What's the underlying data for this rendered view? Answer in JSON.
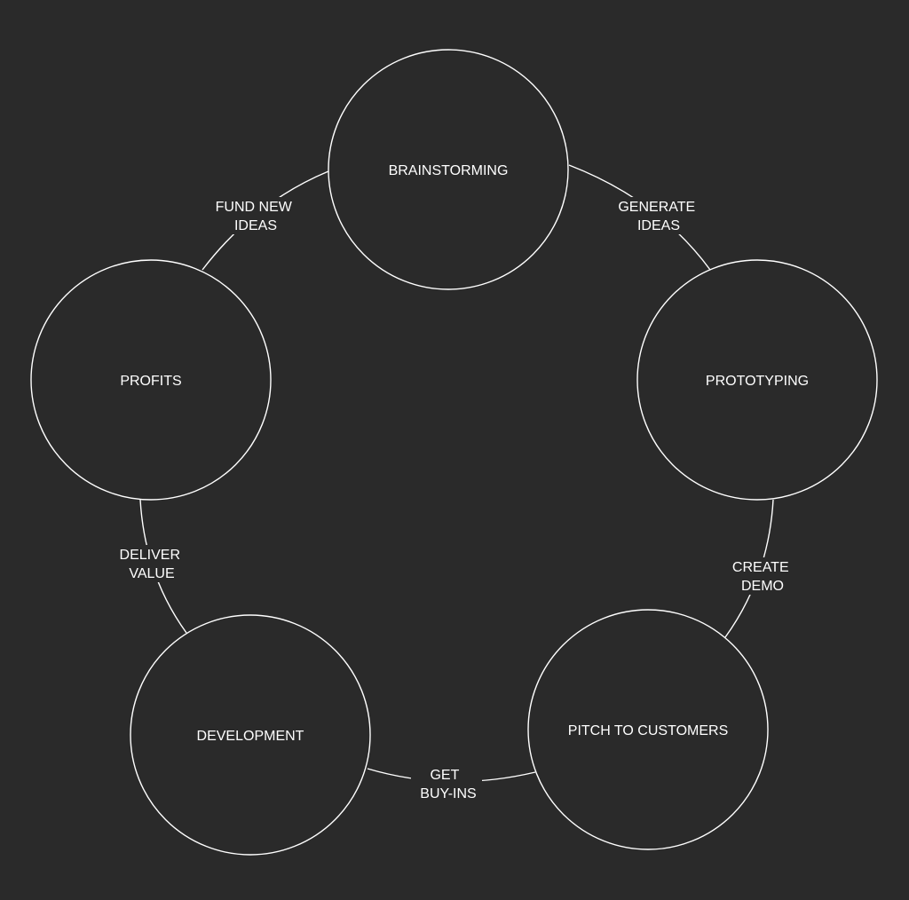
{
  "colors": {
    "background": "#2a2a2a",
    "stroke": "#ffffff",
    "text": "#ffffff"
  },
  "nodes": [
    {
      "id": "brainstorming",
      "label": "BRAINSTORMING"
    },
    {
      "id": "prototyping",
      "label": "PROTOTYPING"
    },
    {
      "id": "pitch-to-customers",
      "label": "PITCH TO CUSTOMERS"
    },
    {
      "id": "development",
      "label": "DEVELOPMENT"
    },
    {
      "id": "profits",
      "label": "PROFITS"
    }
  ],
  "edges": [
    {
      "id": "generate-ideas",
      "from": "brainstorming",
      "to": "prototyping",
      "lines": [
        "GENERATE",
        "IDEAS"
      ]
    },
    {
      "id": "create-demo",
      "from": "prototyping",
      "to": "pitch-to-customers",
      "lines": [
        "CREATE",
        "DEMO"
      ]
    },
    {
      "id": "get-buy-ins",
      "from": "pitch-to-customers",
      "to": "development",
      "lines": [
        "GET",
        "BUY-INS"
      ]
    },
    {
      "id": "deliver-value",
      "from": "development",
      "to": "profits",
      "lines": [
        "DELIVER",
        "VALUE"
      ]
    },
    {
      "id": "fund-new-ideas",
      "from": "profits",
      "to": "brainstorming",
      "lines": [
        "FUND NEW",
        "IDEAS"
      ]
    }
  ]
}
